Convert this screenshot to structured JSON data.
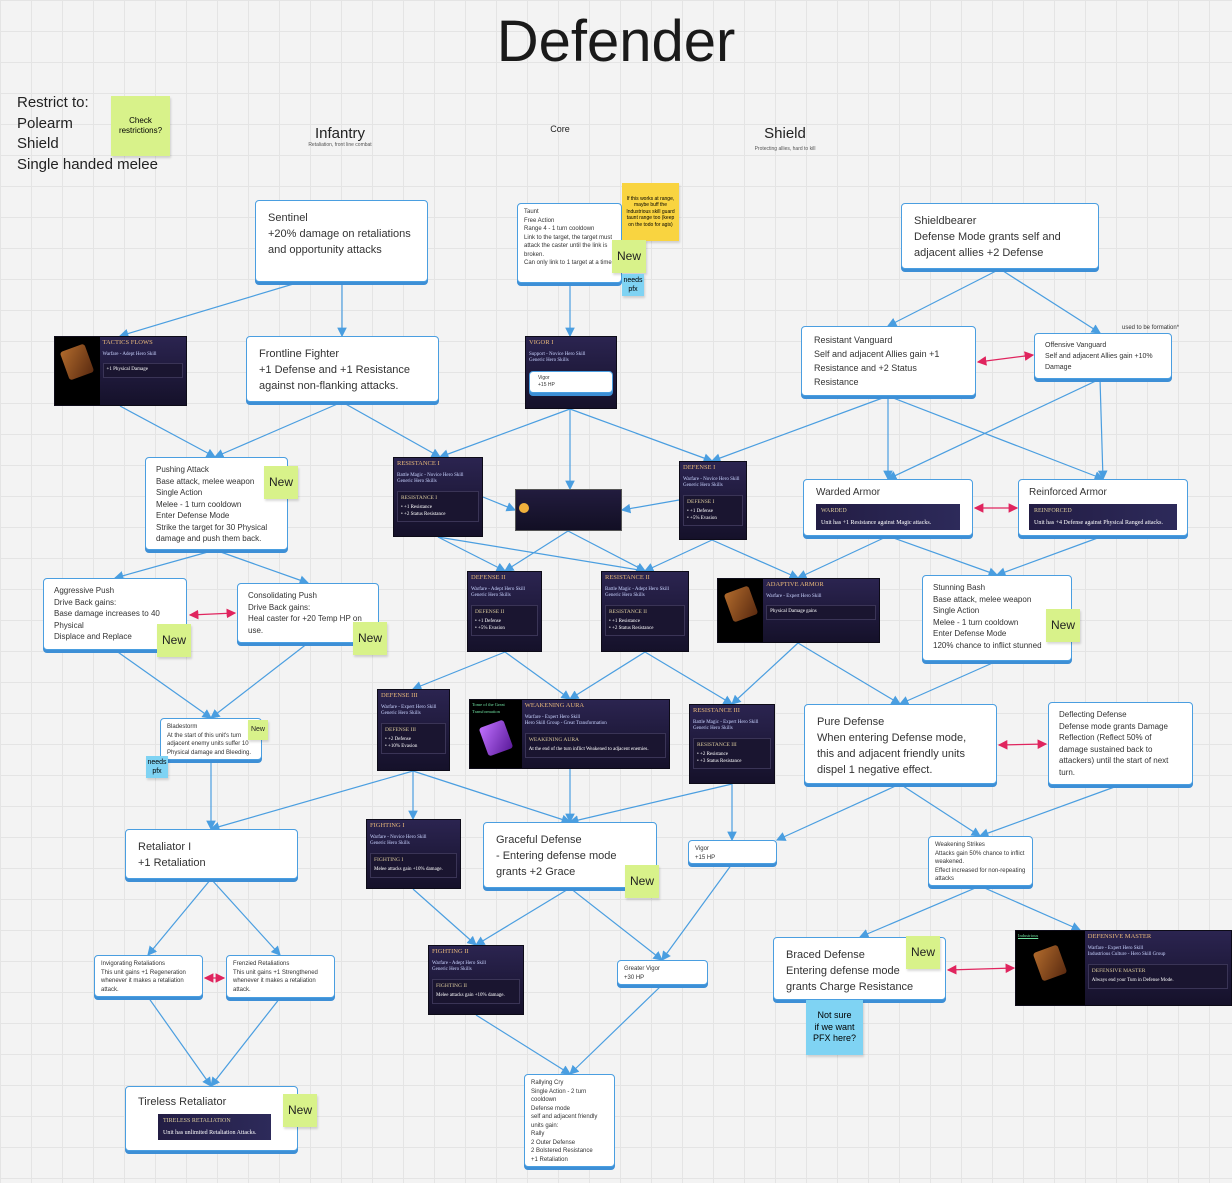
{
  "title": "Defender",
  "restrict": "Restrict to:\nPolearm\nShield\nSingle handed melee",
  "columns": {
    "infantry": "Infantry",
    "infantry_sub": "Retaliation, front line combat",
    "core": "Core",
    "shield": "Shield",
    "shield_sub": "Protecting allies, hard to kill"
  },
  "notes": {
    "check": "Check\nrestrictions?",
    "range": "If this works at range, maybe buff the Industrious skill guard taunt range too (keep on the todo for agis)",
    "new": "New",
    "needs_pfx": "needs\npfx",
    "not_sure": "Not sure\nif we want\nPFX here?",
    "formation": "used to be formation*"
  },
  "nodes": {
    "sentinel": "Sentinel\n+20% damage on retaliations and opportunity attacks",
    "taunt": "Taunt\nFree Action\nRange 4 - 1 turn cooldown\nLink to the target, the target must attack the caster until the link is broken.\nCan only link to 1 target at a time.",
    "shieldbearer": "Shieldbearer\nDefense Mode grants self and adjacent allies +2 Defense",
    "frontline": "Frontline Fighter\n+1 Defense and +1 Resistance against non-flanking attacks.",
    "resistant_vanguard": "Resistant Vanguard\nSelf and adjacent Allies gain +1 Resistance and +2 Status Resistance",
    "offensive_vanguard": "Offensive Vanguard\nSelf and adjacent Allies gain +10% Damage",
    "pushing_attack": "Pushing Attack\nBase attack, melee weapon\nSingle Action\nMelee - 1 turn cooldown\nEnter Defense Mode\nStrike the target for 30 Physical damage and push them back.",
    "warded_armor": "Warded Armor",
    "reinforced_armor": "Reinforced Armor",
    "aggressive_push": "Aggressive Push\nDrive Back gains:\nBase damage increases to 40 Physical\nDisplace and Replace",
    "consolidating_push": "Consolidating Push\nDrive Back gains:\nHeal caster for +20 Temp HP on use.",
    "stunning_bash": "Stunning Bash\nBase attack, melee weapon\nSingle Action\nMelee - 1 turn cooldown\nEnter Defense Mode\n120% chance to inflict stunned",
    "bladestorm": "Bladestorm\nAt the start of this unit's turn adjacent enemy units suffer 10 Physical damage and Bleeding.",
    "pure_defense": "Pure Defense\nWhen entering Defense mode, this and adjacent friendly units dispel 1 negative effect.",
    "deflecting_defense": "Deflecting Defense\nDefense mode grants Damage Reflection (Reflect 50% of damage sustained back to attackers) until the start of next turn.",
    "retaliator": "Retaliator I\n+1 Retaliation",
    "graceful": "Graceful Defense\n- Entering defense mode grants +2 Grace",
    "vigor_plus": "Vigor\n+15 HP",
    "weakening_strikes": "Weakening Strikes\nAttacks gain 50% chance to inflict weakened.\nEffect increased for non-repeating attacks",
    "braced": "Braced Defense\nEntering defense mode grants Charge Resistance",
    "greater_vigor": "Greater Vigor\n+30 HP",
    "invigorating": "Invigorating Retaliations\nThis unit gains +1 Regeneration whenever it makes a retaliation attack.",
    "frenzied": "Frenzied Retaliations\nThis unit gains +1 Strengthened whenever it makes a retaliation attack.",
    "tireless": "Tireless Retaliator",
    "rallying": "Rallying Cry\nSingle Action - 2 turn cooldown\nDefense mode\nself and adjacent friendly units gain:\nRally\n2 Outer Defense\n2 Bolstered Resistance\n+1 Retaliation"
  },
  "effects": {
    "warded": {
      "name": "WARDED",
      "text": "Unit has +1 Resistance against Magic attacks."
    },
    "reinforced": {
      "name": "REINFORCED",
      "text": "Unit has +4 Defense against Physical Ranged attacks."
    },
    "tireless": {
      "name": "TIRELESS RETALIATION",
      "text": "Unit has unlimited Retaliation Attacks."
    }
  },
  "cards": {
    "vigor1": {
      "title": "VIGOR I",
      "sub": "Support - Novice Hero Skill\nGeneric Hero Skills"
    },
    "resistance1": {
      "title": "RESISTANCE I",
      "sub": "Battle Magic - Novice Hero Skill\nGeneric Hero Skills",
      "name": "RESISTANCE I",
      "effect": "• +1 Resistance\n• +2 Status Resistance"
    },
    "defense1": {
      "title": "DEFENSE I",
      "sub": "Warfare - Novice Hero Skill\nGeneric Hero Skills",
      "name": "DEFENSE I",
      "effect": "• +1 Defense\n• +5% Evasion"
    },
    "defense2": {
      "title": "DEFENSE II",
      "sub": "Warfare - Adept Hero Skill\nGeneric Hero Skills",
      "name": "DEFENSE II",
      "effect": "• +1 Defense\n• +5% Evasion"
    },
    "resistance2": {
      "title": "RESISTANCE II",
      "sub": "Battle Magic - Adept Hero Skill\nGeneric Hero Skills",
      "name": "RESISTANCE II",
      "effect": "• +1 Resistance\n• +2 Status Resistance"
    },
    "defense3": {
      "title": "DEFENSE III",
      "sub": "Warfare - Expert Hero Skill\nGeneric Hero Skills",
      "name": "DEFENSE III",
      "effect": "• +2 Defense\n• +10% Evasion"
    },
    "resistance3": {
      "title": "RESISTANCE III",
      "sub": "Battle Magic - Expert Hero Skill\nGeneric Hero Skills",
      "name": "RESISTANCE III",
      "effect": "• +2 Resistance\n• +3 Status Resistance"
    },
    "fighting1": {
      "title": "FIGHTING I",
      "sub": "Warfare - Novice Hero Skill\nGeneric Hero Skills",
      "name": "FIGHTING I",
      "effect": "Melee attacks gain +10% damage."
    },
    "fighting2": {
      "title": "FIGHTING II",
      "sub": "Warfare - Adept Hero Skill\nGeneric Hero Skills",
      "name": "FIGHTING II",
      "effect": "Melee attacks gain +10% damage."
    },
    "weakening_aura": {
      "tome": "Tome of the Great Transformation",
      "title": "WEAKENING AURA",
      "sub": "Warfare - Expert Hero Skill\nHero Skill Group - Great Transformation",
      "name": "WEAKENING AURA",
      "effect": "At the end of the turn inflict Weakened to adjacent enemies."
    },
    "defensive_master": {
      "tome": "Industrious",
      "title": "DEFENSIVE MASTER",
      "sub": "Warfare - Expert Hero Skill\nIndustrious Culture - Hero Skill Group",
      "name": "DEFENSIVE MASTER",
      "effect": "Always end your Turn in Defense Mode."
    },
    "tactics": {
      "title": "TACTICS FLOWS",
      "sub": "Warfare - Adept Hero Skill",
      "effect": "+1 Physical Damage"
    },
    "tome2": {
      "title": "ADAPTIVE ARMOR",
      "sub": "Warfare - Expert Hero Skill",
      "effect": "Physical Damage gains"
    }
  }
}
